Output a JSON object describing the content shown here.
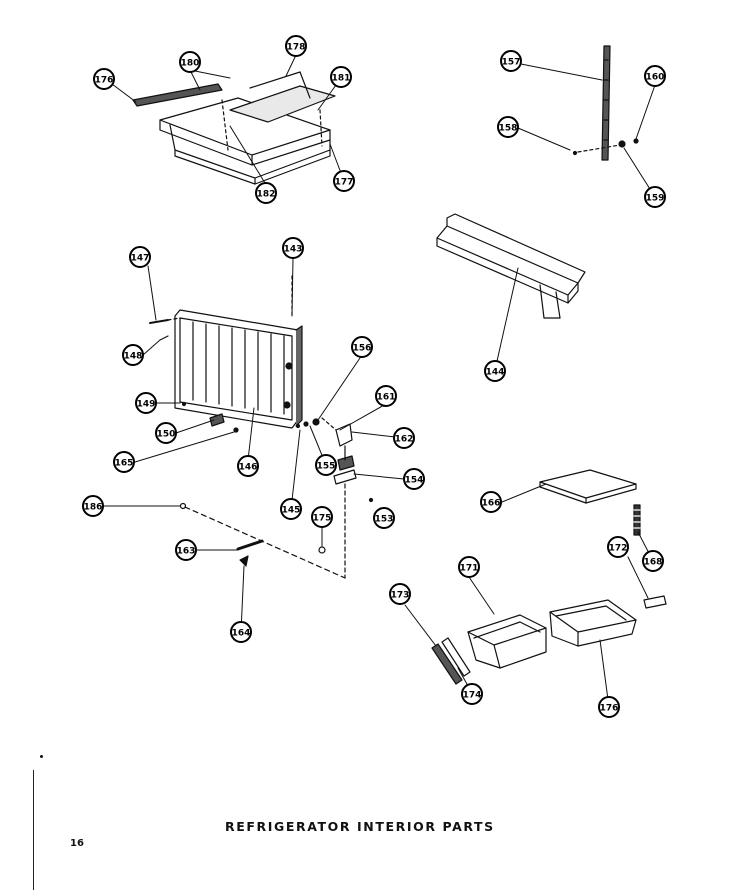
{
  "page": {
    "caption": "REFRIGERATOR  INTERIOR  PARTS",
    "page_number": "16"
  },
  "diagram": {
    "callouts": [
      {
        "id": "c176a",
        "label": "176"
      },
      {
        "id": "c180",
        "label": "180"
      },
      {
        "id": "c178",
        "label": "178"
      },
      {
        "id": "c181",
        "label": "181"
      },
      {
        "id": "c182",
        "label": "182"
      },
      {
        "id": "c177",
        "label": "177"
      },
      {
        "id": "c157",
        "label": "157"
      },
      {
        "id": "c160",
        "label": "160"
      },
      {
        "id": "c158",
        "label": "158"
      },
      {
        "id": "c159",
        "label": "159"
      },
      {
        "id": "c143",
        "label": "143"
      },
      {
        "id": "c147",
        "label": "147"
      },
      {
        "id": "c148a",
        "label": "148"
      },
      {
        "id": "c149",
        "label": "149"
      },
      {
        "id": "c150",
        "label": "150"
      },
      {
        "id": "c165",
        "label": "165"
      },
      {
        "id": "c146",
        "label": "146"
      },
      {
        "id": "c156",
        "label": "156"
      },
      {
        "id": "c161",
        "label": "161"
      },
      {
        "id": "c162",
        "label": "162"
      },
      {
        "id": "c155",
        "label": "155"
      },
      {
        "id": "c154",
        "label": "154"
      },
      {
        "id": "c145",
        "label": "145"
      },
      {
        "id": "c144",
        "label": "144"
      },
      {
        "id": "c166",
        "label": "166"
      },
      {
        "id": "c175",
        "label": "175"
      },
      {
        "id": "c153",
        "label": "153"
      },
      {
        "id": "c163",
        "label": "163"
      },
      {
        "id": "c164",
        "label": "164"
      },
      {
        "id": "c186",
        "label": "186"
      },
      {
        "id": "c172",
        "label": "172"
      },
      {
        "id": "c168",
        "label": "168"
      },
      {
        "id": "c171",
        "label": "171"
      },
      {
        "id": "c173",
        "label": "173"
      },
      {
        "id": "c174",
        "label": "174"
      },
      {
        "id": "c176b",
        "label": "176"
      }
    ]
  }
}
